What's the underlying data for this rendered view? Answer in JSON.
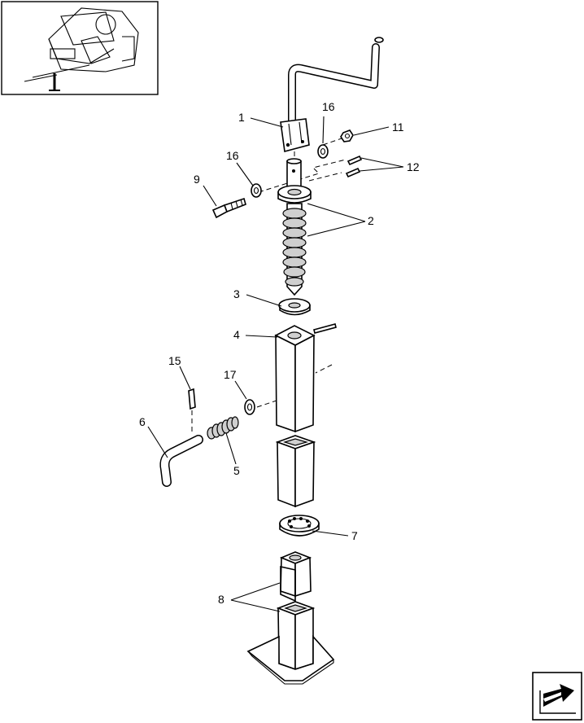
{
  "callouts": {
    "c1": "1",
    "c2": "2",
    "c3": "3",
    "c4": "4",
    "c5": "5",
    "c6": "6",
    "c7": "7",
    "c8": "8",
    "c9": "9",
    "c11": "11",
    "c12": "12",
    "c15": "15",
    "c16a": "16",
    "c16b": "16",
    "c17": "17"
  },
  "icons": {
    "thumbnail": "machine-location-thumbnail",
    "nav": "next-page-arrow-icon"
  }
}
